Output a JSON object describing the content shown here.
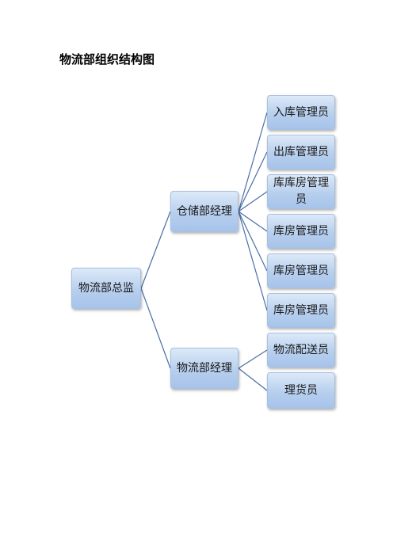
{
  "title": "物流部组织结构图",
  "root": "物流部总监",
  "managers": [
    {
      "label": "仓储部经理",
      "children": [
        "入库管理员",
        "出库管理员",
        "库库房管理员",
        "库房管理员",
        "库房管理员",
        "库房管理员"
      ]
    },
    {
      "label": "物流部经理",
      "children": [
        "物流配送员",
        "理货员"
      ]
    }
  ],
  "colors": {
    "node_fill": "#b7cfee",
    "node_border": "#a8c0e0",
    "connector": "#4a6fa5"
  }
}
